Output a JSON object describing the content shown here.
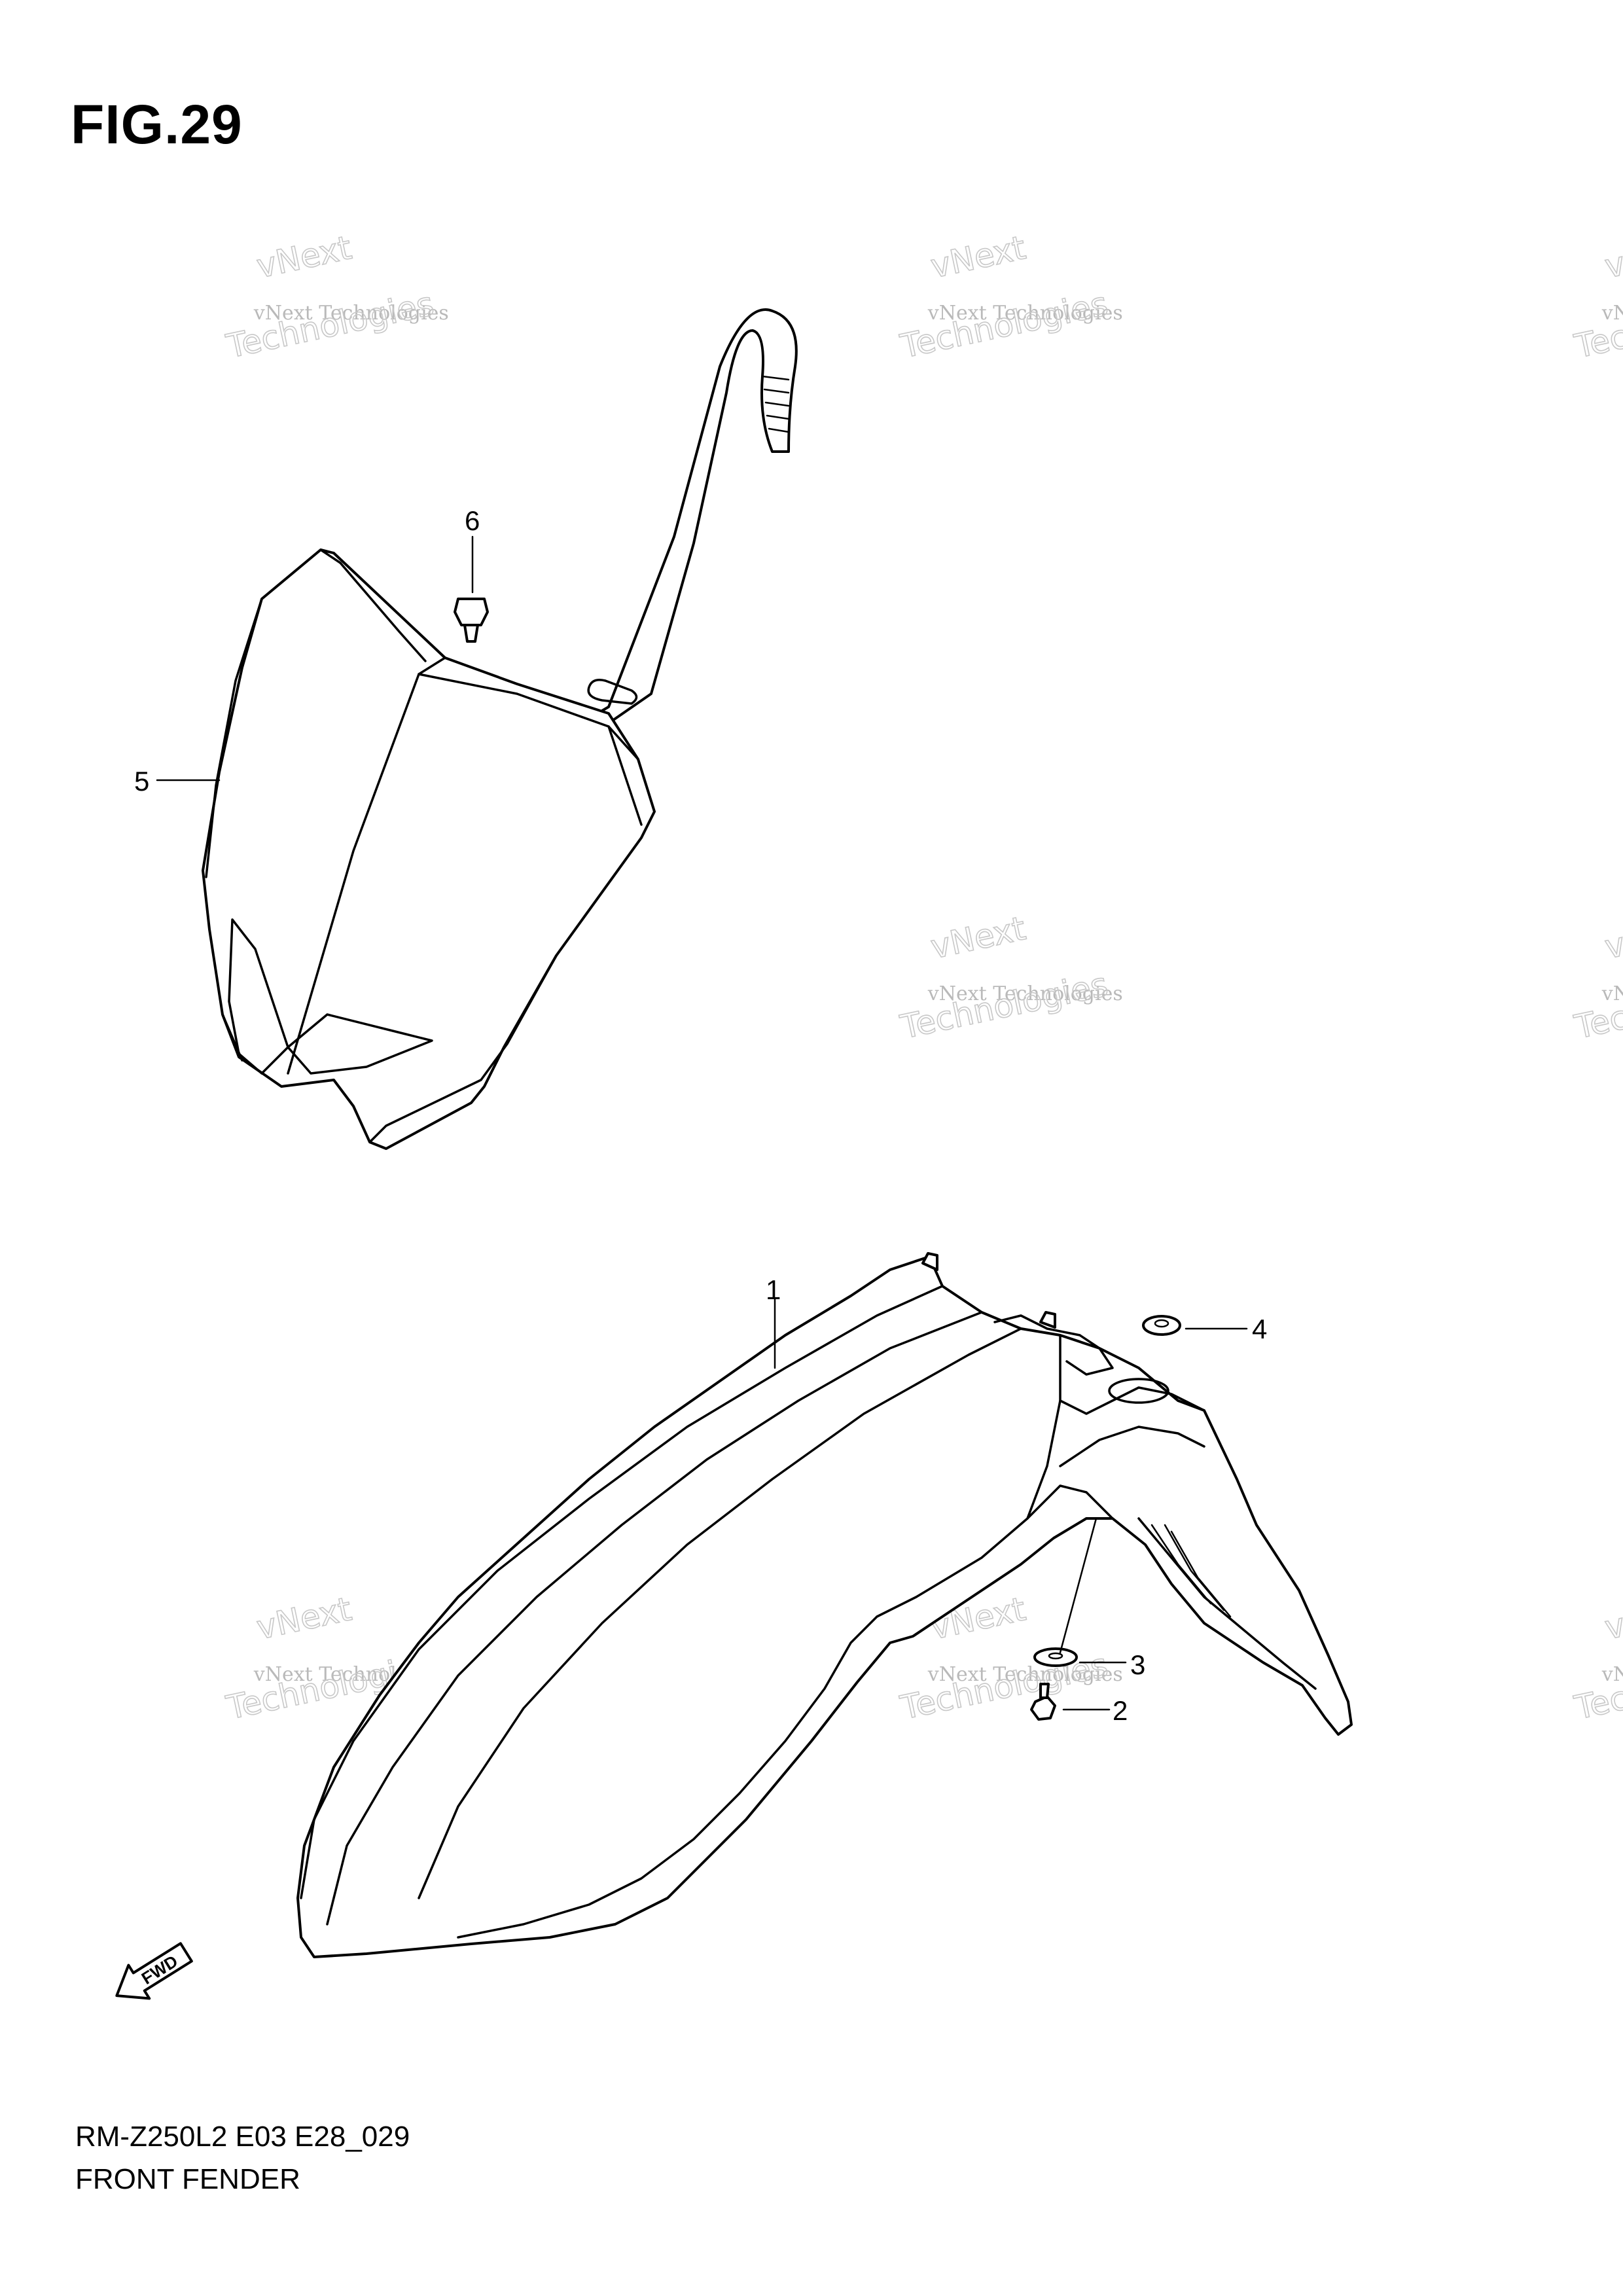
{
  "figure_title": "FIG.29",
  "footer": {
    "model_code": "RM-Z250L2 E03 E28_029",
    "section_name": "FRONT FENDER"
  },
  "callouts": [
    "1",
    "2",
    "3",
    "4",
    "5",
    "6"
  ],
  "watermark": {
    "company": "vNext Technologies",
    "word_top": "vNext",
    "word_bottom": "Technologies"
  },
  "fwd_label": "FWD",
  "colors": {
    "line": "#000000",
    "watermark": "#c0c0c0",
    "background": "#ffffff"
  }
}
